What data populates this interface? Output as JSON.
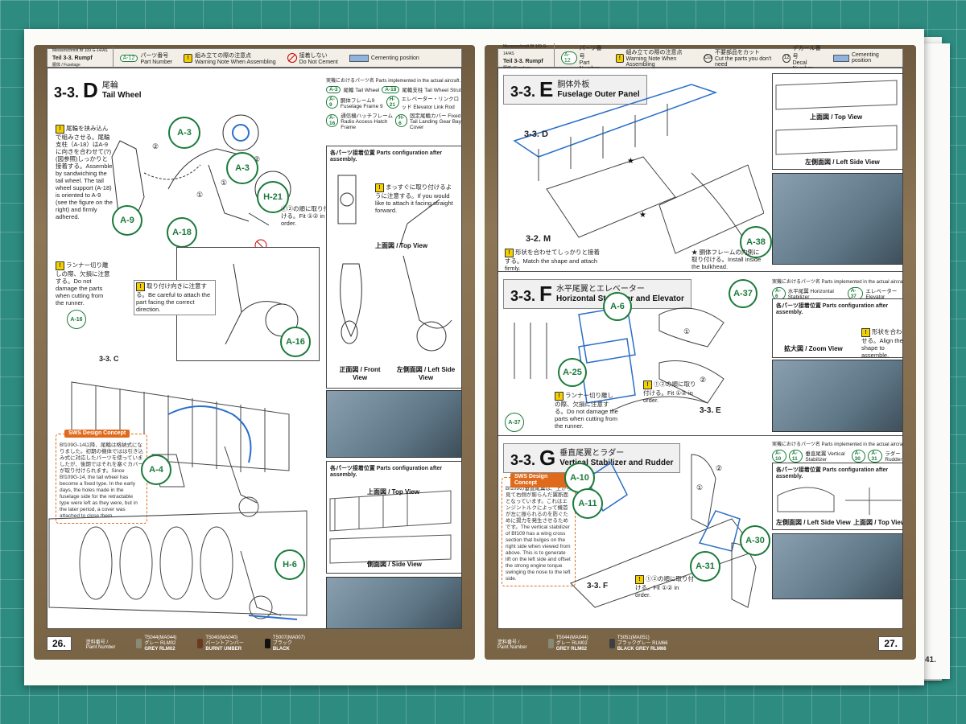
{
  "left_page": {
    "header": {
      "kit_title": "Messerschmitt Bf 109 G-14/AS",
      "section": "Teil 3-3. Rumpf",
      "section_sub": "胴体 / Fuselage"
    },
    "legend": {
      "part_number_tag": "A-12",
      "part_number_jp": "パーツ番号",
      "part_number_en": "Part Number",
      "warning_jp": "組み立ての際の注意点",
      "warning_en": "Warning Note When Assembling",
      "no_cement_jp": "接着しない",
      "no_cement_en": "Do Not Cement",
      "cementing_label": "Cementing position"
    },
    "steps": {
      "d": {
        "num": "3-3.",
        "letter": "D",
        "jp": "尾輪",
        "en": "Tail Wheel"
      },
      "c_ref": "3-3. C"
    },
    "callouts": {
      "a3a": "A-3",
      "a3b": "A-3",
      "a9": "A-9",
      "a18": "A-18",
      "h21": "H-21",
      "a16": "A-16",
      "a4": "A-4",
      "h6": "H-6",
      "a16b": "A-16"
    },
    "notes": {
      "n1": "尾輪を挟み込んで組みさせる。尾輪支柱（A-18）はA-9に向きを合わせて(?)(図参照)しっかりと接着する。Assemble by sandwiching the tail wheel. The tail wheel support (A-18) is oriented to A-9 (see the figure on the right) and firmly adhered.",
      "n2": "①②の順に取り付ける。Fit ①② in order.",
      "n3": "ランナー切り離しの際、欠損に注意する。Do not damage the parts when cutting from the runner.",
      "n4": "取り付け向きに注意する。Be careful to attach the part facing the correct direction.",
      "n5": "まっすぐに取り付けるように注意する。If you would like to attach it facing straight forward."
    },
    "real_parts": {
      "title": "実機におけるパーツ名 Parts implemented in the actual aircraft.",
      "rows": [
        {
          "tag": "A-3",
          "jp": "尾輪",
          "en": "Tail Wheel",
          "tag2": "A-18",
          "jp2": "尾輪支柱",
          "en2": "Tail Wheel Strut"
        },
        {
          "tag": "A-9",
          "jp": "胴体フレーム9",
          "en": "Fuselage Frame 9",
          "tag2": "H-21",
          "jp2": "エレベーター・リンクロッド",
          "en2": "Elevator Link Rod"
        },
        {
          "tag": "A-16",
          "jp": "通信機ハッチフレーム",
          "en": "Radio Access Hatch Frame",
          "tag2": "H-6",
          "jp2": "固定尾輪カバー",
          "en2": "Fixed Tail Landing Gear Bay Cover"
        }
      ]
    },
    "config_title": "各パーツ接着位置 Parts configuration after assembly.",
    "views": {
      "top": "上面図 / Top View",
      "front": "正面図 / Front View",
      "left": "左側面図 / Left Side View",
      "top2": "上面図 / Top View",
      "side": "側面図 / Side View"
    },
    "concept": {
      "title": "SWS Design Concept",
      "text": "Bf109G-14以降、尾輪は格納式になりました。初期の機体ではは引き込み式に対応したパーツを使っていましたが、後期ではそれを塞ぐカバーが取り付けられます。Since Bf109G-14, the tail wheel has become a fixed type. In the early days, the holes made in the fuselage side for the retractable type were left as they were, but in the later period, a cover was attached to close them."
    },
    "footer": {
      "page_number": "26.",
      "paint_label_jp": "塗料番号 /",
      "paint_label_en": "Paint Number",
      "paints": [
        {
          "code": "T5044(MA044)",
          "jp": "グレー RLM02",
          "en": "GREY RLM02",
          "color": "#8a8a74"
        },
        {
          "code": "T5040(MA040)",
          "jp": "バーントアンバー",
          "en": "BURNT UMBER",
          "color": "#6b3a1e"
        },
        {
          "code": "T5007(MA007)",
          "jp": "ブラック",
          "en": "BLACK",
          "color": "#111111"
        }
      ]
    }
  },
  "right_page": {
    "header": {
      "kit_title": "Messerschmitt Bf 109 G-14/AS",
      "section": "Teil 3-3. Rumpf",
      "section_sub": "胴体 / Fuselage"
    },
    "legend": {
      "part_number_tag": "A-12",
      "part_number_jp": "パーツ番号",
      "part_number_en": "Part Number",
      "warning_jp": "組み立ての際の注意点",
      "warning_en": "Warning Note When Assembling",
      "cut_jp": "不要部品をカット",
      "cut_en": "Cut the parts you don't need",
      "decal_jp": "デカール番号",
      "decal_en": "Decal Number",
      "cementing_label": "Cementing position"
    },
    "steps": {
      "e": {
        "num": "3-3.",
        "letter": "E",
        "jp": "胴体外板",
        "en": "Fuselage Outer Panel"
      },
      "f": {
        "num": "3-3.",
        "letter": "F",
        "jp": "水平尾翼とエレベーター",
        "en": "Horizontal Stabilizer and Elevator"
      },
      "g": {
        "num": "3-3.",
        "letter": "G",
        "jp": "垂直尾翼とラダー",
        "en": "Vertical Stabilizer and Rudder"
      },
      "d_ref": "3-3. D",
      "m_ref": "3-2. M",
      "e_ref": "3-3. E",
      "f_ref": "3-3. F"
    },
    "callouts": {
      "a38": "A-38",
      "a37": "A-37",
      "a6": "A-6",
      "a25": "A-25",
      "a37b": "A-37",
      "a10": "A-10",
      "a11": "A-11",
      "a30": "A-30",
      "a31": "A-31"
    },
    "notes": {
      "e1": "形状を合わせてしっかりと接着する。Match the shape and attach firmly.",
      "e2": "胴体フレームの内側に取り付ける。Install inside the bulkhead.",
      "f1": "ランナー切り離しの際、欠損に注意する。Do not damage the parts when cutting from the runner.",
      "f2": "①②の順に取り付ける。Fit ①② in order.",
      "f3": "形状を合わせる。Align the shape to assemble.",
      "g1": "①②の順に取り付ける。Fit ①② in order."
    },
    "config_title": "各パーツ接着位置 Parts configuration after assembly.",
    "views": {
      "top": "上面図 / Top View",
      "left": "左側面図 / Left Side View",
      "zoom": "拡大図 / Zoom View",
      "gleft": "左側面図 / Left Side View",
      "gtop": "上面図 / Top View"
    },
    "real_parts_f": {
      "title": "実機におけるパーツ名 Parts implemented in the actual aircraft.",
      "a6": "A-6",
      "a6_jp": "水平尾翼",
      "a6_en": "Horizontal Stabilizer",
      "a37": "A-37",
      "a37_jp": "エレベーター",
      "a37_en": "Elevator"
    },
    "real_parts_g": {
      "title": "実機におけるパーツ名 Parts implemented in the actual aircraft.",
      "a10": "A-10",
      "a11": "A-11",
      "jp1": "垂直尾翼",
      "en1": "Vertical Stabilizer",
      "a30": "A-30",
      "a31": "A-31",
      "jp2": "ラダー",
      "en2": "Rudder"
    },
    "concept": {
      "title": "SWS Design Concept",
      "text": "Bf109の垂直尾翼は、上から見て右側が膨らんだ翼断面となっています。これはエンジントルクによって機首が左に振られるのを防ぐために揚力を発生させるためです。The vertical stabilizer of Bf109 has a wing cross section that bulges on the right side when viewed from above. This is to generate lift on the left side and offset the strong engine torque swinging the nose to the left side."
    },
    "footer": {
      "page_number": "27.",
      "paint_label_jp": "塗料番号 /",
      "paint_label_en": "Paint Number",
      "paints": [
        {
          "code": "T5044(MA044)",
          "jp": "グレー RLM02",
          "en": "GREY RLM02",
          "color": "#8a8a74"
        },
        {
          "code": "T5051(MA051)",
          "jp": "ブラックグレー RLM66",
          "en": "BLACK GREY RLM66",
          "color": "#3d3f40"
        }
      ]
    },
    "back_page_number": "41."
  }
}
